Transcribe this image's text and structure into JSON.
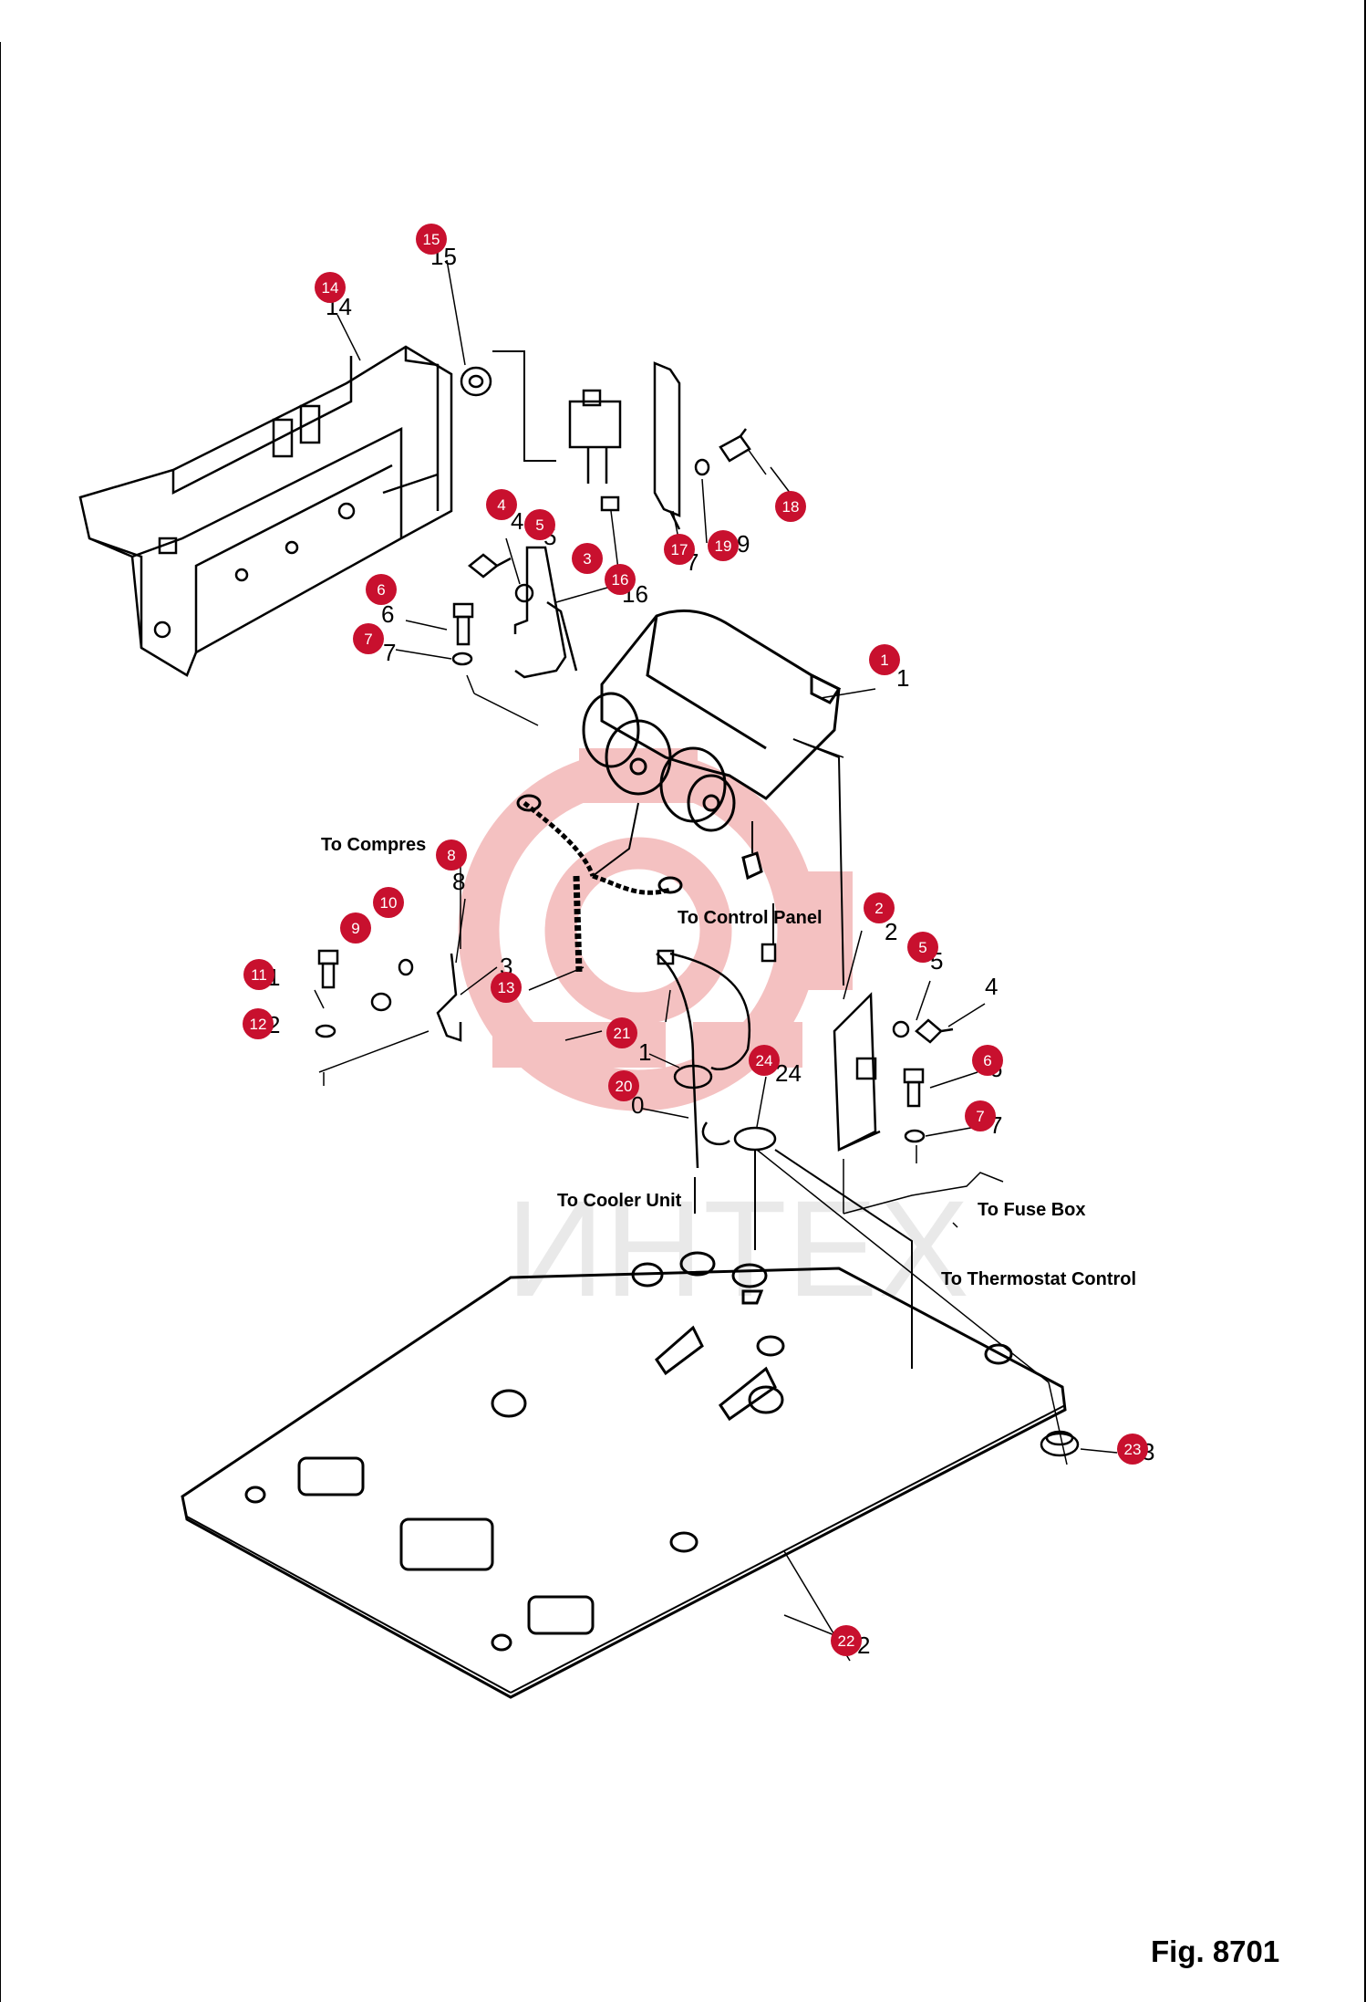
{
  "figure": {
    "caption": "Fig. 8701"
  },
  "watermark": {
    "text": "ИНТЕХ",
    "color": "#e8a0a0"
  },
  "colors": {
    "marker": "#c8102e",
    "line": "#000000",
    "background": "#ffffff"
  },
  "callouts": [
    {
      "id": "1",
      "printed": "1"
    },
    {
      "id": "2",
      "printed": "2"
    },
    {
      "id": "3",
      "printed": ""
    },
    {
      "id": "4",
      "printed": "4"
    },
    {
      "id": "5",
      "printed": "5"
    },
    {
      "id": "6",
      "printed": "6"
    },
    {
      "id": "7",
      "printed": "7"
    },
    {
      "id": "8",
      "printed": "8"
    },
    {
      "id": "9",
      "printed": ""
    },
    {
      "id": "10",
      "printed": ""
    },
    {
      "id": "11",
      "printed": "1"
    },
    {
      "id": "12",
      "printed": "2"
    },
    {
      "id": "13",
      "printed": "3"
    },
    {
      "id": "14",
      "printed": "14"
    },
    {
      "id": "15",
      "printed": "15"
    },
    {
      "id": "16",
      "printed": "16"
    },
    {
      "id": "17",
      "printed": "7"
    },
    {
      "id": "18",
      "printed": ""
    },
    {
      "id": "19",
      "printed": "9"
    },
    {
      "id": "20",
      "printed": "0"
    },
    {
      "id": "21",
      "printed": "1"
    },
    {
      "id": "22",
      "printed": "2"
    },
    {
      "id": "23",
      "printed": "3"
    },
    {
      "id": "24",
      "printed": "24"
    }
  ],
  "extra_numbers": {
    "n4": "4",
    "n5": "5",
    "n6": "6",
    "n7": "7"
  },
  "connection_labels": {
    "compressor": "To Compres",
    "control_panel": "To Control Panel",
    "cooler_unit": "To Cooler Unit",
    "fuse_box": "To Fuse Box",
    "thermostat": "To Thermostat Control"
  }
}
